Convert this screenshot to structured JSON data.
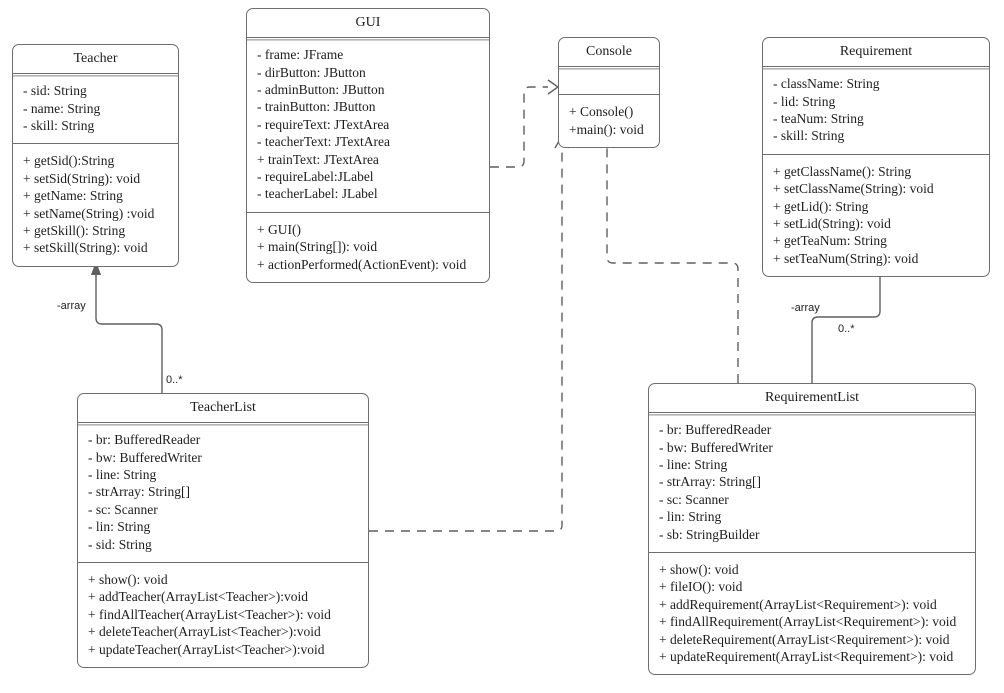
{
  "diagram": {
    "title": "UML Class Diagram",
    "type": "uml-class-diagram",
    "background": "#ffffff",
    "line_color": "#5f6162",
    "text_color": "#1d1d1d"
  },
  "classes": {
    "teacher": {
      "name": "Teacher",
      "attributes": [
        "- sid: String",
        "- name: String",
        "- skill: String"
      ],
      "methods": [
        "+ getSid():String",
        "+ setSid(String): void",
        "+ getName: String",
        "+ setName(String) :void",
        "+ getSkill(): String",
        "+ setSkill(String): void"
      ]
    },
    "gui": {
      "name": "GUI",
      "attributes": [
        "- frame: JFrame",
        "- dirButton: JButton",
        "- adminButton: JButton",
        "- trainButton: JButton",
        "- requireText: JTextArea",
        "- teacherText: JTextArea",
        "+ trainText: JTextArea",
        "- requireLabel:JLabel",
        "- teacherLabel: JLabel"
      ],
      "methods": [
        "+ GUI()",
        "+ main(String[]): void",
        "+ actionPerformed(ActionEvent): void"
      ]
    },
    "console": {
      "name": "Console",
      "attributes": [],
      "methods": [
        "+ Console()",
        "+main(): void"
      ]
    },
    "requirement": {
      "name": "Requirement",
      "attributes": [
        "- className: String",
        "- lid: String",
        "- teaNum: String",
        "- skill: String"
      ],
      "methods": [
        "+ getClassName(): String",
        "+ setClassName(String): void",
        "+ getLid(): String",
        "+ setLid(String): void",
        "+ getTeaNum: String",
        "+ setTeaNum(String): void"
      ]
    },
    "teacherList": {
      "name": "TeacherList",
      "attributes": [
        "- br: BufferedReader",
        "- bw: BufferedWriter",
        "- line: String",
        "- strArray: String[]",
        "- sc: Scanner",
        "- lin: String",
        "- sid: String"
      ],
      "methods": [
        "+ show(): void",
        "+ addTeacher(ArrayList<Teacher>):void",
        "+ findAllTeacher(ArrayList<Teacher>): void",
        "+ deleteTeacher(ArrayList<Teacher>):void",
        "+ updateTeacher(ArrayList<Teacher>):void"
      ]
    },
    "requirementList": {
      "name": "RequirementList",
      "attributes": [
        "- br: BufferedReader",
        "- bw: BufferedWriter",
        "- line: String",
        "- strArray: String[]",
        "- sc: Scanner",
        "- lin: String",
        "- sb: StringBuilder"
      ],
      "methods": [
        "+ show(): void",
        "+ fileIO(): void",
        "+ addRequirement(ArrayList<Requirement>): void",
        "+ findAllRequirement(ArrayList<Requirement>): void",
        "+ deleteRequirement(ArrayList<Requirement>): void",
        "+ updateRequirement(ArrayList<Requirement>): void"
      ]
    }
  },
  "relationships": [
    {
      "id": "teacherlist-to-teacher",
      "from": "TeacherList",
      "to": "Teacher",
      "kind": "association",
      "style": "solid",
      "role_label": "-array",
      "multiplicity_label": "0..*"
    },
    {
      "id": "requirementlist-to-requirement",
      "from": "RequirementList",
      "to": "Requirement",
      "kind": "association",
      "style": "solid",
      "role_label": "-array",
      "multiplicity_label": "0..*"
    },
    {
      "id": "gui-to-console",
      "from": "GUI",
      "to": "Console",
      "kind": "dependency",
      "style": "dashed",
      "role_label": "",
      "multiplicity_label": ""
    },
    {
      "id": "teacherlist-to-console",
      "from": "TeacherList",
      "to": "Console",
      "kind": "dependency",
      "style": "dashed",
      "role_label": "",
      "multiplicity_label": ""
    },
    {
      "id": "requirementlist-to-console",
      "from": "RequirementList",
      "to": "Console",
      "kind": "dependency",
      "style": "dashed",
      "role_label": "",
      "multiplicity_label": ""
    }
  ],
  "edge_labels": {
    "teacher_array": "-array",
    "teacher_mult": "0..*",
    "requirement_array": "-array",
    "requirement_mult": "0..*"
  }
}
